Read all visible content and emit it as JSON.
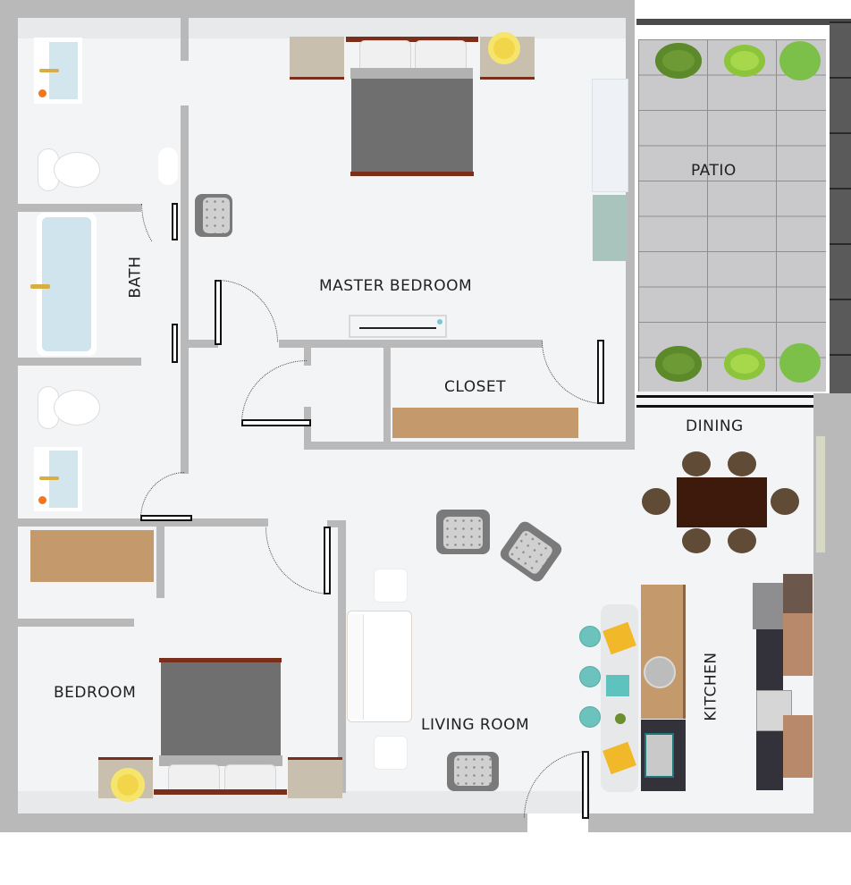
{
  "floorplan": {
    "rooms": [
      {
        "id": "master_bedroom",
        "label": "MASTER BEDROOM"
      },
      {
        "id": "bath",
        "label": "BATH"
      },
      {
        "id": "closet",
        "label": "CLOSET"
      },
      {
        "id": "patio",
        "label": "PATIO"
      },
      {
        "id": "dining",
        "label": "DINING"
      },
      {
        "id": "kitchen",
        "label": "KITCHEN"
      },
      {
        "id": "living_room",
        "label": "LIVING ROOM"
      },
      {
        "id": "bedroom",
        "label": "BEDROOM"
      }
    ],
    "colors": {
      "wall": "#b9b9b9",
      "floor": "#f3f4f6",
      "bed_blanket": "#6f6f6f",
      "bed_frame": "#7a2e1c",
      "wood": "#c49a6c",
      "nightstand": "#c9bfae",
      "lamp": "#f3d54a",
      "patio_tile": "#c9c9cb",
      "railing": "#4a4a4a",
      "dining_table": "#3e1a0c",
      "dining_chair": "#5f4b36",
      "stool": "#6cc3bd",
      "water": "#cfe4ec",
      "dresser": "#a9c3bd",
      "cabinet_dark": "#33323a",
      "cabinet_wood": "#b8896a"
    },
    "fixtures": {
      "bath": [
        "sink",
        "toilet",
        "bathtub",
        "toilet",
        "sink"
      ],
      "patio": [
        "shrub",
        "shrub",
        "shrub",
        "shrub",
        "shrub",
        "shrub"
      ],
      "dining": [
        "dining-table",
        "dining-chair x6"
      ],
      "kitchen": [
        "island-counter",
        "sink",
        "cooktop",
        "bar-stool x3",
        "refrigerator"
      ],
      "living_room": [
        "sofa",
        "armchair x3",
        "ottoman x2"
      ],
      "bedroom": [
        "bed",
        "nightstand x2",
        "lamp",
        "desk"
      ],
      "master_bedroom": [
        "bed",
        "nightstand x2",
        "lamp",
        "dresser",
        "wardrobe",
        "tv-console",
        "armchair"
      ]
    }
  }
}
